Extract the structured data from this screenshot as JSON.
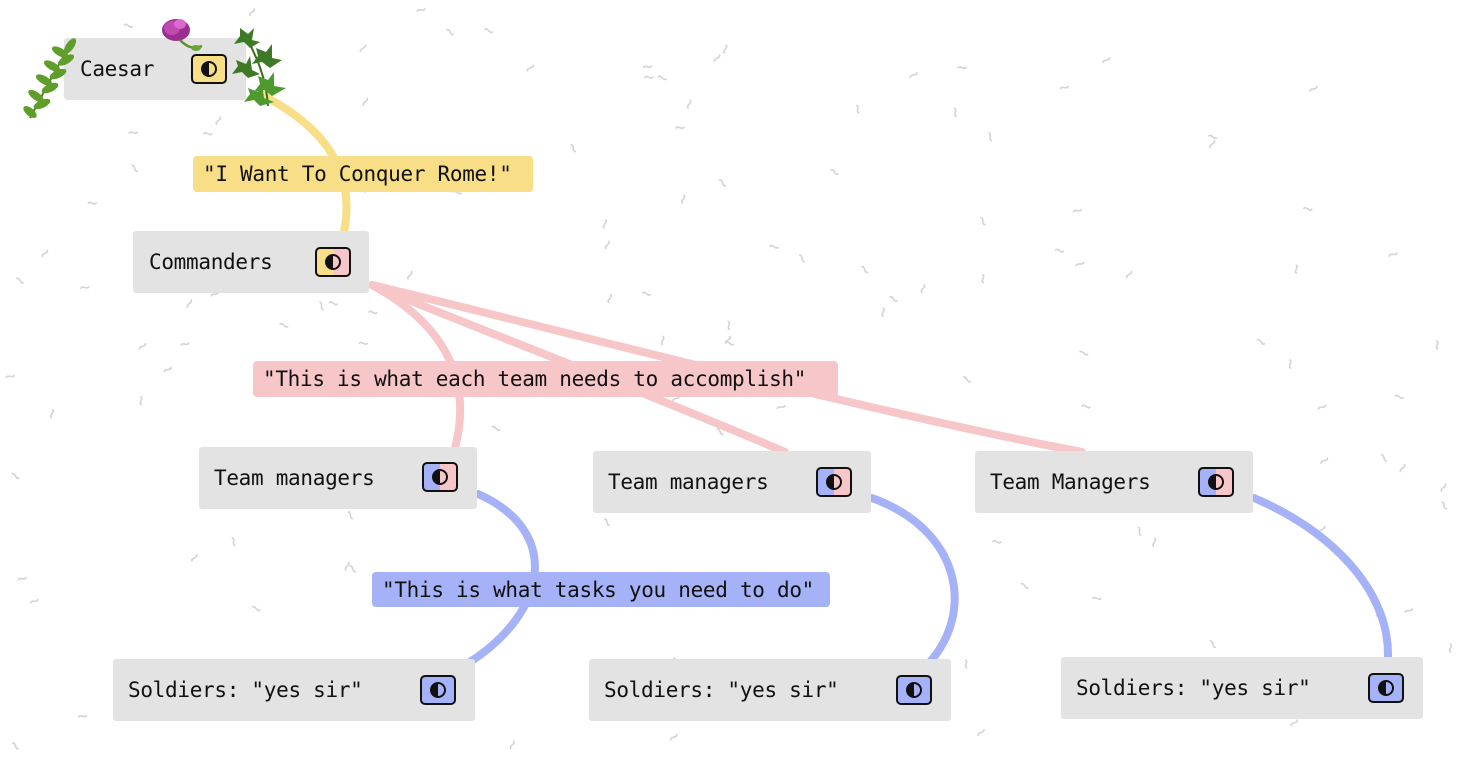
{
  "colors": {
    "yellow": "#f8de86",
    "pink": "#f6c6c9",
    "blue": "#a6b2f7",
    "node_bg": "#e3e3e3"
  },
  "nodes": {
    "caesar": "Caesar",
    "commanders": "Commanders",
    "team_managers_1": "Team managers",
    "team_managers_2": "Team managers",
    "team_managers_3": "Team Managers",
    "soldiers_1": "Soldiers: \"yes sir\"",
    "soldiers_2": "Soldiers: \"yes sir\"",
    "soldiers_3": "Soldiers: \"yes sir\""
  },
  "messages": {
    "caesar_to_commanders": "\"I Want To Conquer Rome!\"",
    "commanders_to_managers": "\"This is what each team needs to accomplish\"",
    "managers_to_soldiers": "\"This is what tasks you need to do\""
  },
  "icons": {
    "toggle": "half-moon-toggle-icon",
    "decorations": [
      "olive-branch-icon",
      "flower-icon",
      "ivy-leaves-icon"
    ]
  }
}
